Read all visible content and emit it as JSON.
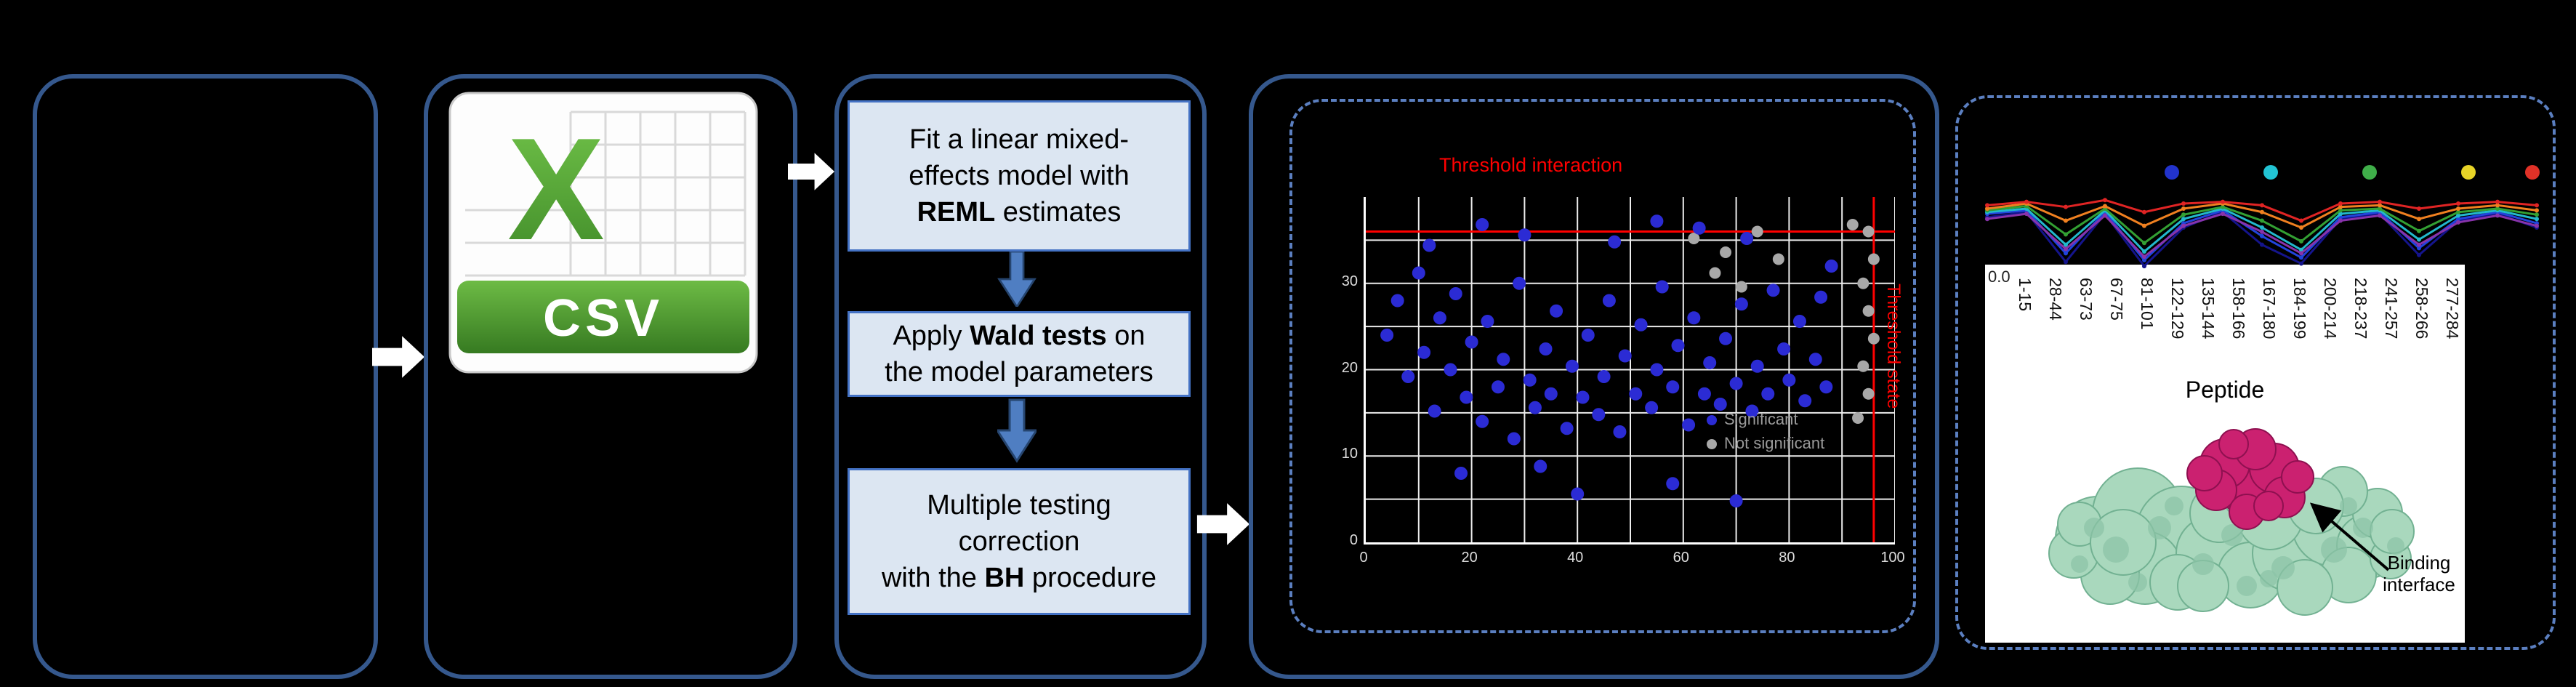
{
  "csv_icon": {
    "letter": "X",
    "label": "CSV"
  },
  "steps": [
    {
      "parts": [
        [
          "Fit a linear mixed-\neffects model with\n",
          false
        ],
        [
          "REML",
          true
        ],
        [
          " estimates",
          false
        ]
      ]
    },
    {
      "parts": [
        [
          "Apply ",
          false
        ],
        [
          "Wald tests",
          true
        ],
        [
          " on\nthe model parameters",
          false
        ]
      ]
    },
    {
      "parts": [
        [
          "Multiple testing\ncorrection\nwith the ",
          false
        ],
        [
          "BH",
          true
        ],
        [
          " procedure",
          false
        ]
      ]
    }
  ],
  "scatter": {
    "title": "Threshold interaction",
    "side_label": "Threshold state",
    "threshold_color": "#ff0000",
    "h_threshold_pct": 10,
    "v_threshold_pct": 96,
    "point_color_significant": "#2b2bd4",
    "point_color_other": "#a8a8a8",
    "x_ticks": [
      "0",
      "20",
      "40",
      "60",
      "80",
      "100"
    ],
    "y_ticks": [
      [
        "30",
        25
      ],
      [
        "20",
        50
      ],
      [
        "10",
        75
      ],
      [
        "0",
        100
      ]
    ],
    "legend": [
      {
        "label": "Significant",
        "color": "#2b2bd4"
      },
      {
        "label": "Not significant",
        "color": "#a8a8a8"
      }
    ],
    "blue_points": [
      [
        4,
        40
      ],
      [
        6,
        30
      ],
      [
        8,
        52
      ],
      [
        10,
        22
      ],
      [
        11,
        45
      ],
      [
        13,
        62
      ],
      [
        14,
        35
      ],
      [
        16,
        50
      ],
      [
        17,
        28
      ],
      [
        19,
        58
      ],
      [
        20,
        42
      ],
      [
        22,
        65
      ],
      [
        23,
        36
      ],
      [
        25,
        55
      ],
      [
        26,
        47
      ],
      [
        28,
        70
      ],
      [
        29,
        25
      ],
      [
        31,
        53
      ],
      [
        32,
        61
      ],
      [
        34,
        44
      ],
      [
        35,
        57
      ],
      [
        36,
        33
      ],
      [
        38,
        67
      ],
      [
        39,
        49
      ],
      [
        41,
        58
      ],
      [
        42,
        40
      ],
      [
        44,
        63
      ],
      [
        45,
        52
      ],
      [
        46,
        30
      ],
      [
        48,
        68
      ],
      [
        49,
        46
      ],
      [
        51,
        57
      ],
      [
        52,
        37
      ],
      [
        54,
        61
      ],
      [
        55,
        50
      ],
      [
        56,
        26
      ],
      [
        58,
        55
      ],
      [
        59,
        43
      ],
      [
        61,
        66
      ],
      [
        62,
        35
      ],
      [
        64,
        57
      ],
      [
        65,
        48
      ],
      [
        67,
        60
      ],
      [
        68,
        41
      ],
      [
        70,
        54
      ],
      [
        71,
        31
      ],
      [
        73,
        62
      ],
      [
        74,
        49
      ],
      [
        76,
        57
      ],
      [
        77,
        27
      ],
      [
        79,
        44
      ],
      [
        80,
        53
      ],
      [
        82,
        36
      ],
      [
        83,
        59
      ],
      [
        85,
        47
      ],
      [
        86,
        29
      ],
      [
        12,
        14
      ],
      [
        30,
        11
      ],
      [
        47,
        13
      ],
      [
        63,
        9
      ],
      [
        72,
        12
      ],
      [
        22,
        8
      ],
      [
        55,
        7
      ],
      [
        40,
        86
      ],
      [
        18,
        80
      ],
      [
        58,
        83
      ],
      [
        33,
        78
      ],
      [
        70,
        88
      ],
      [
        88,
        20
      ],
      [
        87,
        55
      ]
    ],
    "gray_points": [
      [
        95,
        10
      ],
      [
        96,
        18
      ],
      [
        94,
        25
      ],
      [
        95,
        33
      ],
      [
        96,
        41
      ],
      [
        94,
        49
      ],
      [
        95,
        57
      ],
      [
        93,
        64
      ],
      [
        92,
        8
      ],
      [
        62,
        12
      ],
      [
        68,
        16
      ],
      [
        74,
        10
      ],
      [
        66,
        22
      ],
      [
        78,
        18
      ],
      [
        71,
        26
      ]
    ]
  },
  "uptake": {
    "time_dot_colors": [
      "#2233cc",
      "#22c4d4",
      "#3fae49",
      "#e8d427",
      "#e03127"
    ],
    "time_dot_x": [
      2978,
      3114,
      3250,
      3386,
      3474
    ],
    "y_tick": "0.0",
    "x_label": "Peptide",
    "peptides": [
      "1-15",
      "28-44",
      "63-73",
      "67-75",
      "81-101",
      "122-129",
      "135-144",
      "158-166",
      "167-180",
      "184-199",
      "200-214",
      "218-237",
      "241-257",
      "258-266",
      "277-284"
    ],
    "series": [
      {
        "color": "#14148c",
        "values": [
          0.62,
          0.68,
          0.1,
          0.66,
          0.05,
          0.5,
          0.68,
          0.3,
          0.08,
          0.6,
          0.66,
          0.18,
          0.58,
          0.66,
          0.5
        ]
      },
      {
        "color": "#2244dd",
        "values": [
          0.66,
          0.7,
          0.2,
          0.68,
          0.12,
          0.55,
          0.7,
          0.4,
          0.15,
          0.62,
          0.68,
          0.26,
          0.6,
          0.68,
          0.55
        ]
      },
      {
        "color": "#22b8cc",
        "values": [
          0.68,
          0.72,
          0.3,
          0.7,
          0.22,
          0.6,
          0.72,
          0.5,
          0.24,
          0.66,
          0.7,
          0.36,
          0.64,
          0.7,
          0.6
        ]
      },
      {
        "color": "#8833aa",
        "values": [
          0.6,
          0.66,
          0.25,
          0.64,
          0.16,
          0.52,
          0.66,
          0.45,
          0.2,
          0.58,
          0.64,
          0.3,
          0.56,
          0.64,
          0.52
        ]
      },
      {
        "color": "#33a033",
        "values": [
          0.7,
          0.75,
          0.42,
          0.72,
          0.32,
          0.65,
          0.74,
          0.58,
          0.34,
          0.7,
          0.72,
          0.46,
          0.68,
          0.72,
          0.65
        ]
      },
      {
        "color": "#f08020",
        "values": [
          0.72,
          0.78,
          0.58,
          0.75,
          0.52,
          0.72,
          0.78,
          0.68,
          0.5,
          0.74,
          0.76,
          0.6,
          0.72,
          0.76,
          0.7
        ]
      },
      {
        "color": "#e02424",
        "values": [
          0.76,
          0.8,
          0.74,
          0.82,
          0.68,
          0.78,
          0.8,
          0.76,
          0.58,
          0.78,
          0.8,
          0.72,
          0.78,
          0.8,
          0.76
        ]
      }
    ]
  },
  "structure": {
    "annotation": "Binding interface",
    "green_fill": "#a9d8bd",
    "green_stroke": "#72b192",
    "green2_fill": "#8cc3a6",
    "magenta_fill": "#cb2170",
    "magenta_stroke": "#8e1050",
    "green": [
      [
        95,
        185,
        58
      ],
      [
        150,
        150,
        62
      ],
      [
        210,
        175,
        62
      ],
      [
        160,
        225,
        50
      ],
      [
        255,
        205,
        52
      ],
      [
        305,
        235,
        45
      ],
      [
        360,
        205,
        52
      ],
      [
        420,
        165,
        58
      ],
      [
        468,
        195,
        44
      ],
      [
        440,
        235,
        38
      ],
      [
        380,
        252,
        38
      ],
      [
        112,
        235,
        40
      ],
      [
        62,
        205,
        34
      ],
      [
        332,
        155,
        45
      ],
      [
        262,
        150,
        40
      ],
      [
        480,
        150,
        34
      ],
      [
        498,
        212,
        28
      ],
      [
        205,
        245,
        38
      ],
      [
        300,
        122,
        35
      ],
      [
        432,
        120,
        34
      ],
      [
        500,
        175,
        30
      ],
      [
        70,
        165,
        30
      ],
      [
        240,
        250,
        35
      ],
      [
        130,
        190,
        45
      ],
      [
        395,
        140,
        38
      ]
    ],
    "green2": [
      [
        120,
        200,
        18
      ],
      [
        180,
        170,
        16
      ],
      [
        240,
        220,
        15
      ],
      [
        300,
        250,
        14
      ],
      [
        350,
        225,
        16
      ],
      [
        420,
        200,
        18
      ],
      [
        460,
        170,
        14
      ],
      [
        90,
        170,
        14
      ],
      [
        280,
        180,
        15
      ],
      [
        330,
        240,
        12
      ],
      [
        200,
        140,
        13
      ],
      [
        440,
        140,
        12
      ],
      [
        505,
        195,
        12
      ],
      [
        150,
        245,
        13
      ],
      [
        70,
        220,
        12
      ]
    ],
    "magenta": [
      [
        298,
        108,
        42
      ],
      [
        338,
        88,
        34
      ],
      [
        270,
        82,
        34
      ],
      [
        312,
        62,
        28
      ],
      [
        352,
        128,
        28
      ],
      [
        258,
        118,
        28
      ],
      [
        300,
        148,
        24
      ],
      [
        242,
        95,
        24
      ],
      [
        370,
        100,
        22
      ],
      [
        330,
        140,
        20
      ],
      [
        282,
        55,
        20
      ]
    ]
  },
  "colors": {
    "panel_border": "#35588d",
    "dashed_border": "#5b7fc0",
    "step_fill": "#dce6f2",
    "step_border": "#4472c4",
    "flow_arrow_fill": "#ffffff",
    "down_arrow_fill": "#4f7ec2"
  }
}
